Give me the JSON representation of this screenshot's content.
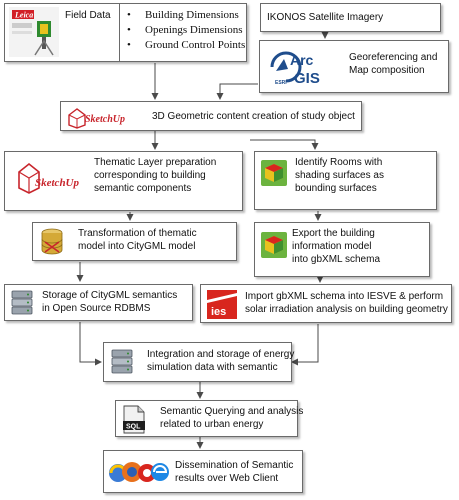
{
  "boxes": {
    "field_data": {
      "label": "Field Data",
      "logo_text": "Leica",
      "items": [
        "Building Dimensions",
        "Openings Dimensions",
        "Ground Control Points"
      ]
    },
    "ikonos": {
      "label": "IKONOS Satellite Imagery"
    },
    "georef": {
      "label_line1": "Georeferencing and",
      "label_line2": "Map composition",
      "logo_top": "Arc",
      "logo_bottom": "GIS",
      "logo_small": "ESRI"
    },
    "geometric": {
      "label": "3D Geometric content creation of study object",
      "logo_text": "SketchUp"
    },
    "thematic": {
      "label_line1": "Thematic Layer preparation",
      "label_line2": "corresponding to building",
      "label_line3": "semantic components",
      "logo_text": "SketchUp"
    },
    "identify": {
      "label_line1": "Identify Rooms with",
      "label_line2": "shading surfaces as",
      "label_line3": "bounding surfaces"
    },
    "transform": {
      "label_line1": "Transformation of thematic",
      "label_line2": "model into CityGML model"
    },
    "export": {
      "label_line1": "Export the building",
      "label_line2": "information model",
      "label_line3": "into gbXML schema"
    },
    "storage": {
      "label_line1": "Storage of CityGML semantics",
      "label_line2": "in Open Source RDBMS"
    },
    "import": {
      "label_line1": "Import gbXML schema into IESVE & perform",
      "label_line2": "solar irradiation analysis on building geometry",
      "logo_text": "ies"
    },
    "integration": {
      "label_line1": "Integration and storage of energy",
      "label_line2": "simulation data with semantic"
    },
    "querying": {
      "label_line1": "Semantic Querying and analysis",
      "label_line2": "related to urban energy",
      "logo_text": "SQL"
    },
    "dissemination": {
      "label_line1": "Dissemination of Semantic",
      "label_line2": "results over Web Client"
    }
  },
  "icons": {
    "leica": "leica-total-station-icon",
    "arcgis": "arcgis-logo-icon",
    "sketchup": "sketchup-logo-icon",
    "cube": "3d-cube-icon",
    "database": "database-icon",
    "ies": "ies-logo-icon",
    "sql": "sql-file-icon",
    "browsers": "web-browsers-icon"
  },
  "colors": {
    "border": "#6a6a6a",
    "arrow": "#4a4a4a",
    "leica_red": "#d21f26",
    "ies_red": "#d8261e",
    "sketchup_red": "#c8252c"
  }
}
